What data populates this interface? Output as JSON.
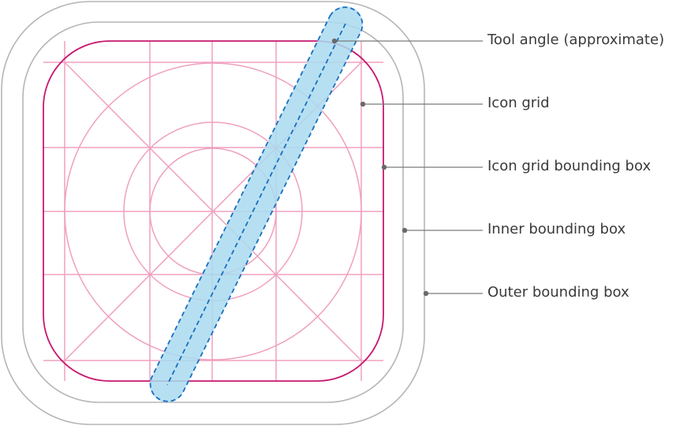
{
  "labels": {
    "tool_angle": "Tool angle (approximate)",
    "icon_grid": "Icon grid",
    "icon_grid_bounding_box": "Icon grid bounding box",
    "inner_bounding_box": "Inner bounding box",
    "outer_bounding_box": "Outer bounding box"
  },
  "colors": {
    "outer_box": "#b5b5b5",
    "inner_box": "#b5b5b5",
    "icon_grid_bounding_box": "#c8186f",
    "icon_grid": "#f0a0bf",
    "tool_fill": "#a9dbf0",
    "tool_stroke": "#1a6fc0",
    "leader_line": "#7a7a7a",
    "label_text": "#3a3a3a"
  }
}
